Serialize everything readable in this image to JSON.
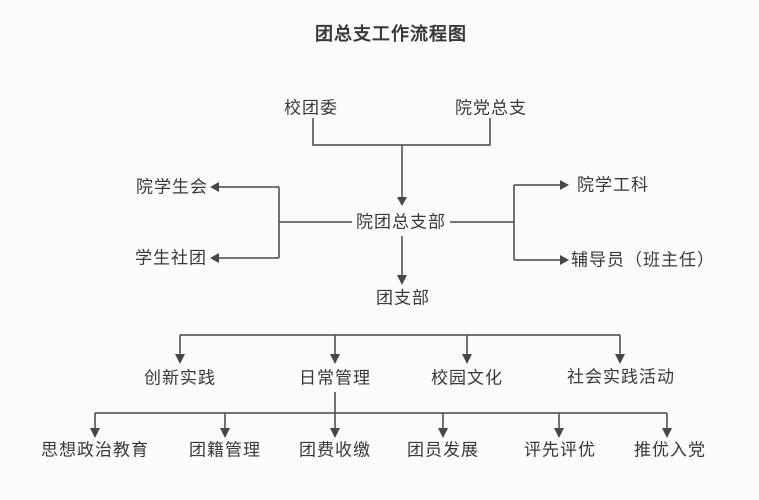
{
  "title": "团总支工作流程图",
  "nodes": {
    "school_league_committee": "校团委",
    "college_party_general_branch": "院党总支",
    "college_league_general_branch": "院团总支部",
    "college_student_union": "院学生会",
    "student_associations": "学生社团",
    "college_student_affairs_section": "院学工科",
    "counselor_head_teacher": "辅导员（班主任）",
    "league_branch": "团支部",
    "innovation_practice": "创新实践",
    "daily_management": "日常管理",
    "campus_culture": "校园文化",
    "social_practice_activities": "社会实践活动",
    "ideological_political_education": "思想政治教育",
    "membership_records_management": "团籍管理",
    "membership_fee_collection": "团费收缴",
    "member_development": "团员发展",
    "merit_evaluation": "评先评优",
    "party_membership_recommendation": "推优入党"
  },
  "edges": [
    {
      "from": "校团委",
      "to": "院团总支部"
    },
    {
      "from": "院党总支",
      "to": "院团总支部"
    },
    {
      "from": "院团总支部",
      "to": "院学生会"
    },
    {
      "from": "院团总支部",
      "to": "学生社团"
    },
    {
      "from": "院团总支部",
      "to": "院学工科"
    },
    {
      "from": "院团总支部",
      "to": "辅导员（班主任）"
    },
    {
      "from": "院团总支部",
      "to": "团支部"
    },
    {
      "from": "团支部",
      "to": "创新实践"
    },
    {
      "from": "团支部",
      "to": "日常管理"
    },
    {
      "from": "团支部",
      "to": "校园文化"
    },
    {
      "from": "团支部",
      "to": "社会实践活动"
    },
    {
      "from": "日常管理",
      "to": "思想政治教育"
    },
    {
      "from": "日常管理",
      "to": "团籍管理"
    },
    {
      "from": "日常管理",
      "to": "团费收缴"
    },
    {
      "from": "日常管理",
      "to": "团员发展"
    },
    {
      "from": "日常管理",
      "to": "评先评优"
    },
    {
      "from": "日常管理",
      "to": "推优入党"
    }
  ],
  "colors": {
    "background": "#fcfcfc",
    "text": "#383838",
    "line": "#474747"
  }
}
